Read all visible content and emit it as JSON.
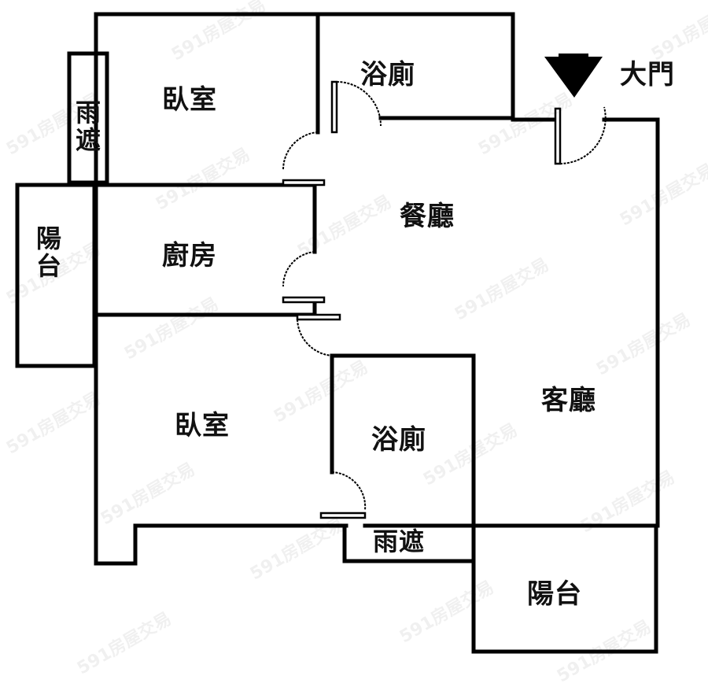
{
  "floorplan": {
    "rooms": [
      {
        "id": "bedroom-top",
        "label": "臥室"
      },
      {
        "id": "bathroom-top",
        "label": "浴廁"
      },
      {
        "id": "canopy-left",
        "label": "雨遮"
      },
      {
        "id": "balcony-left",
        "label": "陽台"
      },
      {
        "id": "kitchen",
        "label": "廚房"
      },
      {
        "id": "dining-room",
        "label": "餐廳"
      },
      {
        "id": "bedroom-bottom",
        "label": "臥室"
      },
      {
        "id": "bathroom-bottom",
        "label": "浴廁"
      },
      {
        "id": "living-room",
        "label": "客廳"
      },
      {
        "id": "canopy-bottom",
        "label": "雨遮"
      },
      {
        "id": "balcony-bottom",
        "label": "陽台"
      }
    ],
    "entrance": {
      "label": "大門",
      "icon": "down-arrow-icon"
    },
    "colors": {
      "wall": "#000000",
      "background": "#ffffff",
      "text": "#111111"
    }
  },
  "watermark": {
    "text": "591房屋交易"
  }
}
